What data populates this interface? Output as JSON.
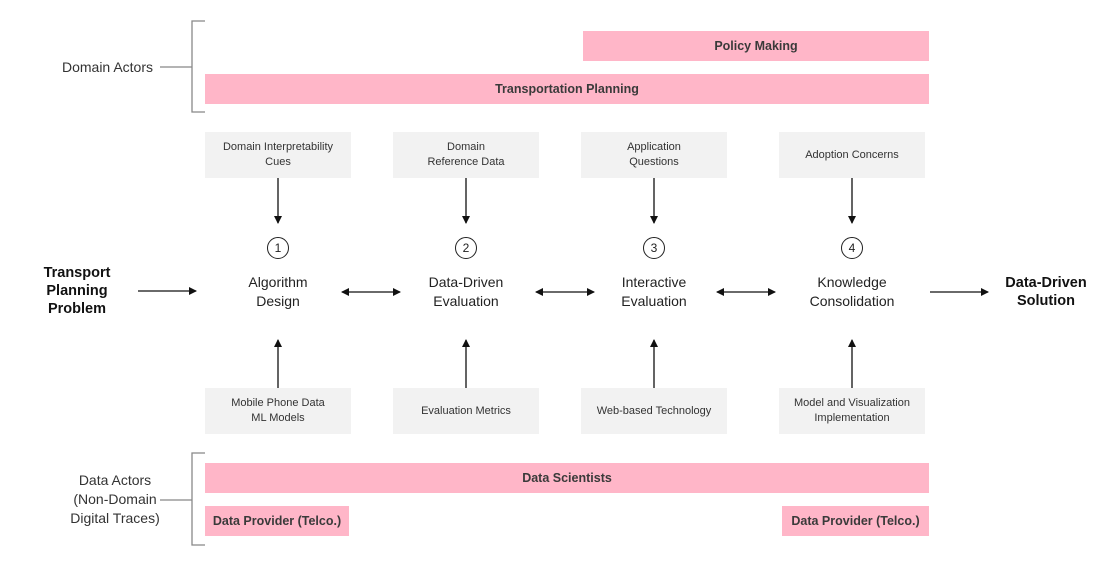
{
  "domain_actors": {
    "label": "Domain Actors",
    "policy_making": "Policy Making",
    "transportation_planning": "Transportation Planning"
  },
  "inputs": {
    "problem": "Transport\nPlanning\nProblem",
    "solution": "Data-Driven\nSolution"
  },
  "top_boxes": [
    "Domain Interpretability\nCues",
    "Domain\nReference Data",
    "Application\nQuestions",
    "Adoption Concerns"
  ],
  "stages": [
    {
      "number": "1",
      "label": "Algorithm\nDesign"
    },
    {
      "number": "2",
      "label": "Data-Driven\nEvaluation"
    },
    {
      "number": "3",
      "label": "Interactive\nEvaluation"
    },
    {
      "number": "4",
      "label": "Knowledge\nConsolidation"
    }
  ],
  "bottom_boxes": [
    "Mobile Phone Data\nML Models",
    "Evaluation Metrics",
    "Web-based Technology",
    "Model and Visualization\nImplementation"
  ],
  "data_actors": {
    "label": "Data Actors\n(Non-Domain\nDigital Traces)",
    "data_scientists": "Data Scientists",
    "provider_left": "Data Provider (Telco.)",
    "provider_right": "Data Provider (Telco.)"
  }
}
